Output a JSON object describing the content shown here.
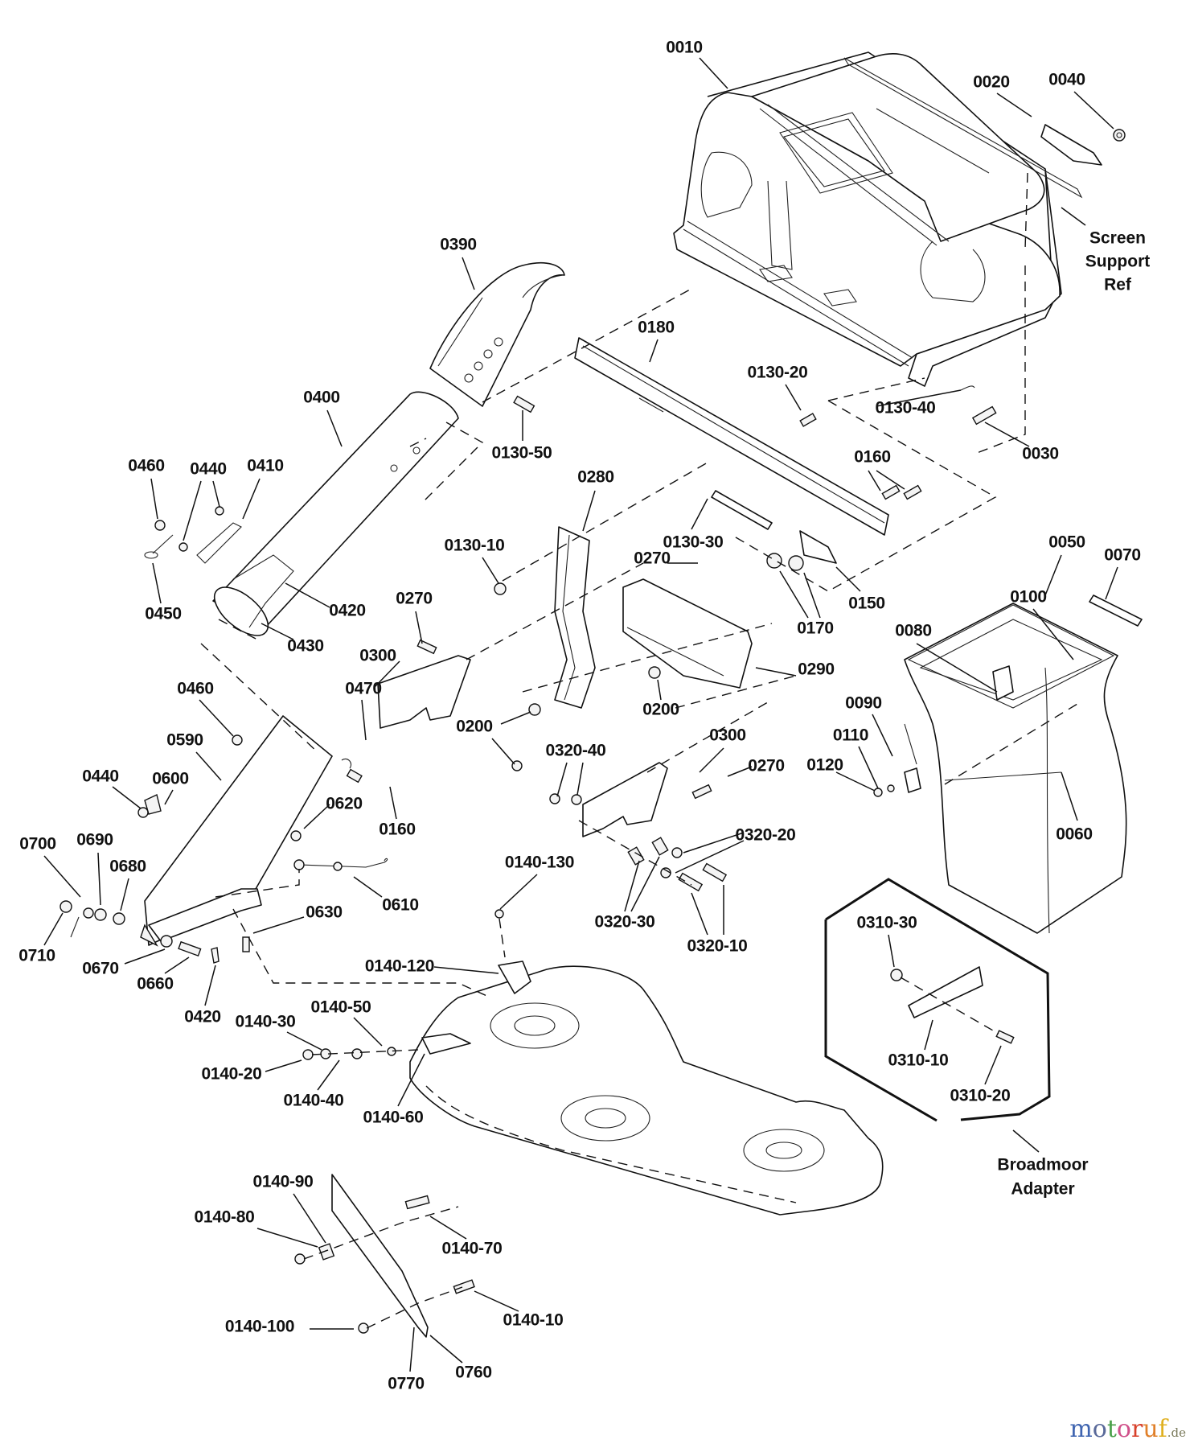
{
  "diagram": {
    "title": "Grass Catcher / Bagger Exploded Parts Diagram",
    "callouts": [
      "0010",
      "0020",
      "0040",
      "0390",
      "0180",
      "0130-20",
      "0130-40",
      "0030",
      "0400",
      "0130-50",
      "0160",
      "0460",
      "0440",
      "0410",
      "0280",
      "0130-10",
      "0130-30",
      "0050",
      "0070",
      "0270",
      "0270",
      "0100",
      "0450",
      "0420",
      "0150",
      "0170",
      "0080",
      "0430",
      "0300",
      "0290",
      "0460",
      "0470",
      "0090",
      "0200",
      "0200",
      "0590",
      "0300",
      "0320-40",
      "0110",
      "0270",
      "0120",
      "0440",
      "0600",
      "0620",
      "0060",
      "0160",
      "0320-20",
      "0700",
      "0690",
      "0680",
      "0140-130",
      "0610",
      "0320-30",
      "0310-30",
      "0320-10",
      "0630",
      "0710",
      "0670",
      "0660",
      "0140-120",
      "0420",
      "0140-50",
      "0140-30",
      "0140-20",
      "0310-10",
      "0140-40",
      "0310-20",
      "0140-60",
      "0140-90",
      "0140-80",
      "0140-70",
      "0140-10",
      "0140-100",
      "0760",
      "0770"
    ],
    "notes": {
      "screen_support": [
        "Screen",
        "Support",
        "Ref"
      ],
      "broadmoor": [
        "Broadmoor",
        "Adapter"
      ]
    }
  },
  "watermark": {
    "letters": [
      "m",
      "o",
      "t",
      "o",
      "r",
      "u",
      "f"
    ],
    "colors": [
      "#3f64b0",
      "#5a6a9a",
      "#4aa04a",
      "#d0508a",
      "#d8402a",
      "#e0802a",
      "#e0b020"
    ],
    "tld": ".de"
  }
}
